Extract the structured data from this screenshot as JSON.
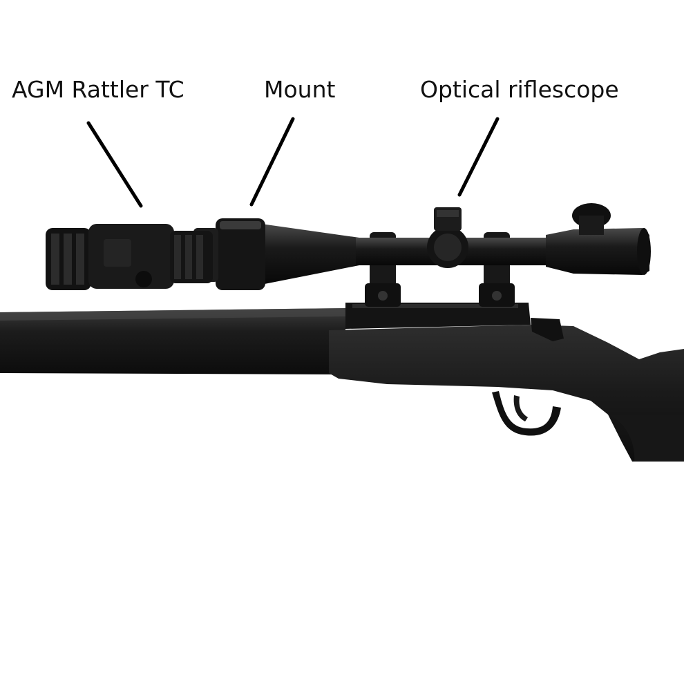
{
  "callouts": [
    {
      "id": "agm",
      "text": "AGM Rattler TC"
    },
    {
      "id": "mount",
      "text": "Mount"
    },
    {
      "id": "scope",
      "text": "Optical riflescope"
    }
  ],
  "colors": {
    "background": "#ffffff",
    "text": "#111111",
    "rifle": "#1b1b1b",
    "rifle_highlight": "#3a3a3a"
  }
}
